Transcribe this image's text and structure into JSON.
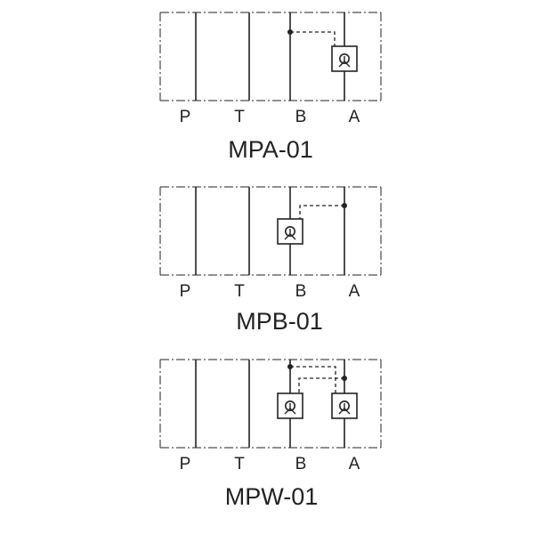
{
  "diagrams": [
    {
      "model": "MPA-01",
      "ports": [
        "P",
        "T",
        "B",
        "A"
      ],
      "check_valves": [
        {
          "line": "A",
          "pilot": "B"
        }
      ]
    },
    {
      "model": "MPB-01",
      "ports": [
        "P",
        "T",
        "B",
        "A"
      ],
      "check_valves": [
        {
          "line": "B",
          "pilot": "A"
        }
      ]
    },
    {
      "model": "MPW-01",
      "ports": [
        "P",
        "T",
        "B",
        "A"
      ],
      "check_valves": [
        {
          "line": "B",
          "pilot": "A"
        },
        {
          "line": "A",
          "pilot": "B"
        }
      ]
    }
  ],
  "colors": {
    "line": "#222222",
    "background": "#ffffff"
  }
}
